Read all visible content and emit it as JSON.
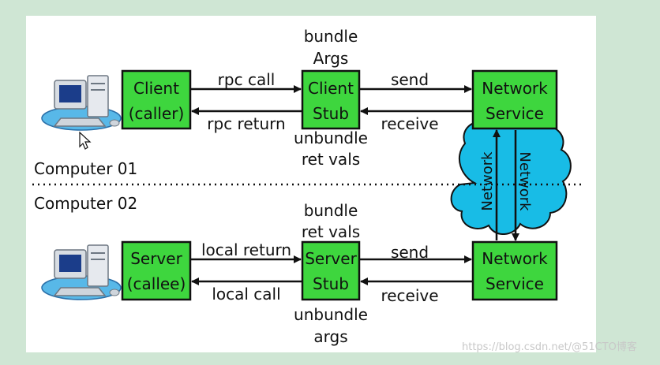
{
  "computers": {
    "computer1": "Computer 01",
    "computer2": "Computer 02"
  },
  "top_row": {
    "client_box": [
      "Client",
      "(caller)"
    ],
    "stub_box": [
      "Client",
      "Stub"
    ],
    "network_box": [
      "Network",
      "Service"
    ],
    "arrow_call": "rpc call",
    "arrow_return": "rpc return",
    "arrow_send": "send",
    "arrow_receive": "receive",
    "stub_above": [
      "bundle",
      "Args"
    ],
    "stub_below": [
      "unbundle",
      "ret vals"
    ]
  },
  "bottom_row": {
    "server_box": [
      "Server",
      "(callee)"
    ],
    "stub_box": [
      "Server",
      "Stub"
    ],
    "network_box": [
      "Network",
      "Service"
    ],
    "arrow_return": "local return",
    "arrow_call": "local call",
    "arrow_send": "send",
    "arrow_receive": "receive",
    "stub_above": [
      "bundle",
      "ret vals"
    ],
    "stub_below": [
      "unbundle",
      "args"
    ]
  },
  "cloud": {
    "label_left": "Network",
    "label_right": "Network"
  },
  "icons": [
    "computer-icon",
    "computer-icon",
    "mouse-cursor-icon"
  ],
  "watermark": "https://blog.csdn.net/@51CTO博客",
  "colors": {
    "box_fill": "#3ed63e",
    "cloud_fill": "#18bce6",
    "background": "#cfe6d4"
  }
}
